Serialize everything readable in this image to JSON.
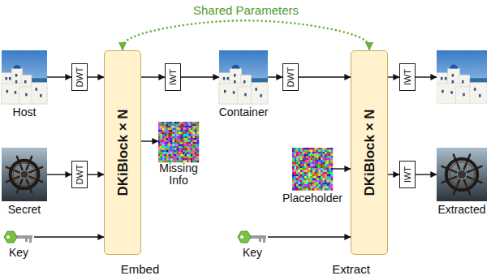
{
  "diagram": {
    "nodes": [
      {
        "text": [
          "Host"
        ]
      },
      {
        "text": [
          "Secret"
        ]
      },
      {
        "text": [
          "Key"
        ]
      },
      {
        "text": [
          "Embed"
        ]
      },
      {
        "text": [
          "DWT"
        ],
        "in": 3
      },
      {
        "text": [
          "DWT"
        ],
        "in": 3
      },
      {
        "text": [
          "DKiBlock × N"
        ],
        "in": 3
      },
      {
        "text": [
          "IWT"
        ],
        "in": 3
      },
      {
        "text": [
          "Missing Info"
        ],
        "in": 3
      },
      {
        "text": [
          "Container"
        ]
      },
      {
        "text": [
          "Key"
        ]
      },
      {
        "text": [
          "Extract"
        ]
      },
      {
        "text": [
          "DWT"
        ],
        "in": 11
      },
      {
        "text": [
          "Placeholder"
        ],
        "in": 11
      },
      {
        "text": [
          "DKiBlock × N"
        ],
        "in": 11
      },
      {
        "text": [
          "IWT"
        ],
        "in": 11
      },
      {
        "text": [
          "IWT"
        ],
        "in": 11
      },
      {
        "text": [
          "Extracted"
        ]
      }
    ],
    "edges": [
      {
        "from": 0,
        "to": 4,
        "arrow": "to"
      },
      {
        "from": 1,
        "to": 5,
        "arrow": "to"
      },
      {
        "from": 4,
        "to": 6,
        "arrow": "to"
      },
      {
        "from": 5,
        "to": 6,
        "arrow": "to"
      },
      {
        "from": 2,
        "to": 6,
        "arrow": "to"
      },
      {
        "from": 6,
        "to": 7,
        "arrow": "to"
      },
      {
        "from": 6,
        "to": 8,
        "arrow": "to"
      },
      {
        "from": 7,
        "to": 9,
        "arrow": "to"
      },
      {
        "from": 9,
        "to": 12,
        "arrow": "to"
      },
      {
        "from": 12,
        "to": 14,
        "arrow": "to"
      },
      {
        "from": 13,
        "to": 14,
        "arrow": "to"
      },
      {
        "from": 10,
        "to": 14,
        "arrow": "to"
      },
      {
        "from": 14,
        "to": 15,
        "arrow": "to"
      },
      {
        "from": 14,
        "to": 16,
        "arrow": "to"
      },
      {
        "from": 16,
        "to": 17,
        "arrow": "to"
      },
      {
        "from": 6,
        "to": 14,
        "label": "Shared Parameters",
        "arrow": "both"
      }
    ]
  }
}
